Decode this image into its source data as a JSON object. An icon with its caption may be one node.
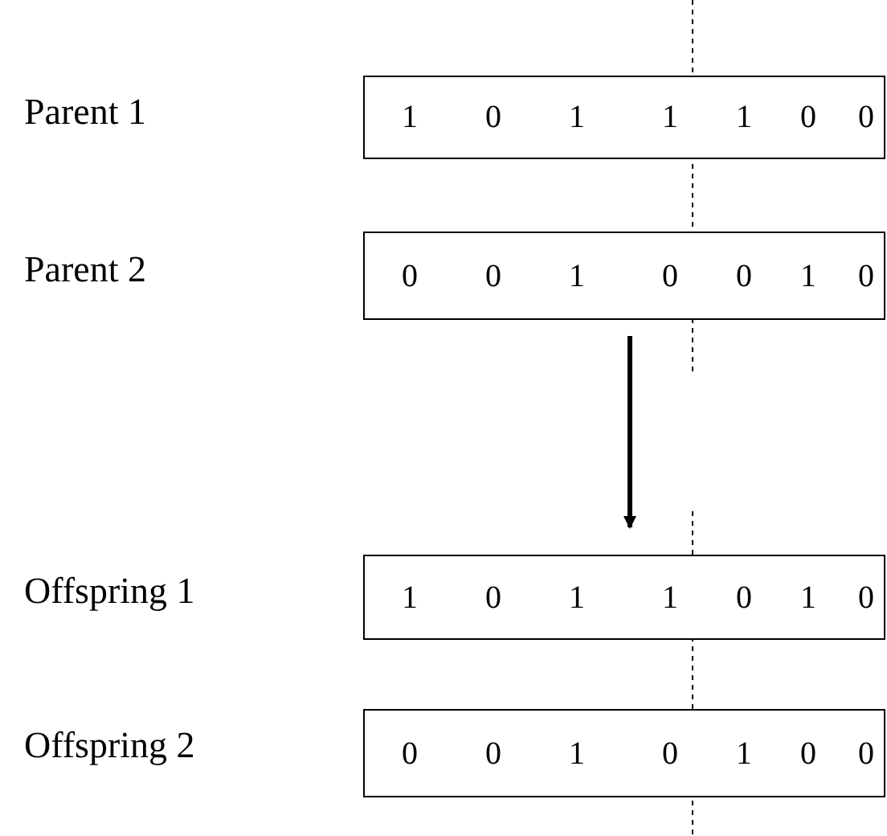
{
  "diagram": {
    "nodes": [
      {
        "text": [
          "1",
          "0",
          "1",
          "1",
          "1",
          "0",
          "0"
        ]
      },
      {
        "text": [
          "0",
          "0",
          "1",
          "0",
          "0",
          "1",
          "0"
        ]
      },
      {
        "text": [
          "1",
          "0",
          "1",
          "1",
          "0",
          "1",
          "0"
        ]
      },
      {
        "text": [
          "0",
          "0",
          "1",
          "0",
          "1",
          "0",
          "0"
        ]
      }
    ],
    "edges": [
      {
        "from": 1,
        "to": 2,
        "arrow": "to"
      }
    ],
    "labels": [
      "Parent 1",
      "Parent 2",
      "Offspring 1",
      "Offspring 2"
    ]
  }
}
